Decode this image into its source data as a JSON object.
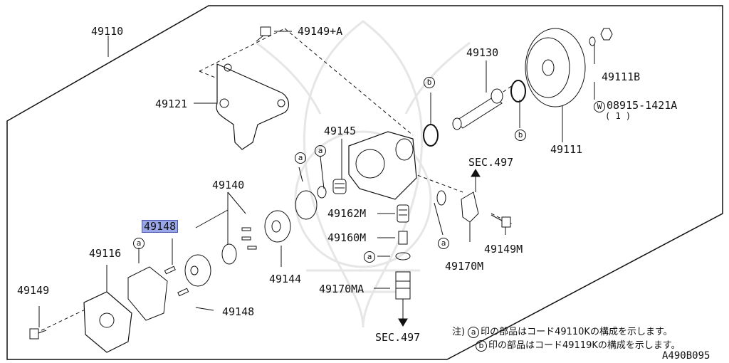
{
  "parts": {
    "p49110": "49110",
    "p49149A": "49149+A",
    "p49121": "49121",
    "p49130": "49130",
    "p49111B": "49111B",
    "washer_code": "08915-1421A",
    "washer_qty": "( 1 )",
    "p49111": "49111",
    "p49145": "49145",
    "sec_top": "SEC.497",
    "p49140": "49140",
    "p49148_hl": "49148",
    "p49116": "49116",
    "p49162M": "49162M",
    "p49160M": "49160M",
    "p49149M": "49149M",
    "p49170M": "49170M",
    "p49144": "49144",
    "p49149": "49149",
    "p49170MA": "49170MA",
    "p49148": "49148",
    "sec_bottom": "SEC.497"
  },
  "markers": {
    "a": "a",
    "b": "b",
    "w": "W"
  },
  "notes": {
    "prefix": "注)",
    "line1": "印の部品はコード49110Kの構成を示します。",
    "line2": "印の部品はコード49119Kの構成を示します。"
  },
  "ref": "A490B095"
}
